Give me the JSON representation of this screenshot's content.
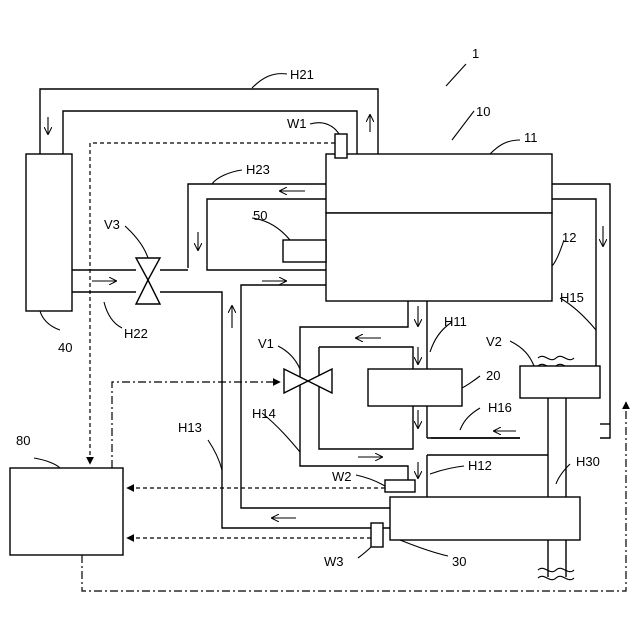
{
  "labels": {
    "system": "1",
    "unit": "10",
    "upper_block": "11",
    "lower_block": "12",
    "component_20": "20",
    "component_30": "30",
    "component_40": "40",
    "component_50": "50",
    "controller": "80",
    "pipe_h11": "H11",
    "pipe_h12": "H12",
    "pipe_h13": "H13",
    "pipe_h14": "H14",
    "pipe_h15": "H15",
    "pipe_h16": "H16",
    "pipe_h21": "H21",
    "pipe_h22": "H22",
    "pipe_h23": "H23",
    "pipe_h30": "H30",
    "valve_v1": "V1",
    "valve_v2": "V2",
    "valve_v3": "V3",
    "sensor_w1": "W1",
    "sensor_w2": "W2",
    "sensor_w3": "W3"
  }
}
